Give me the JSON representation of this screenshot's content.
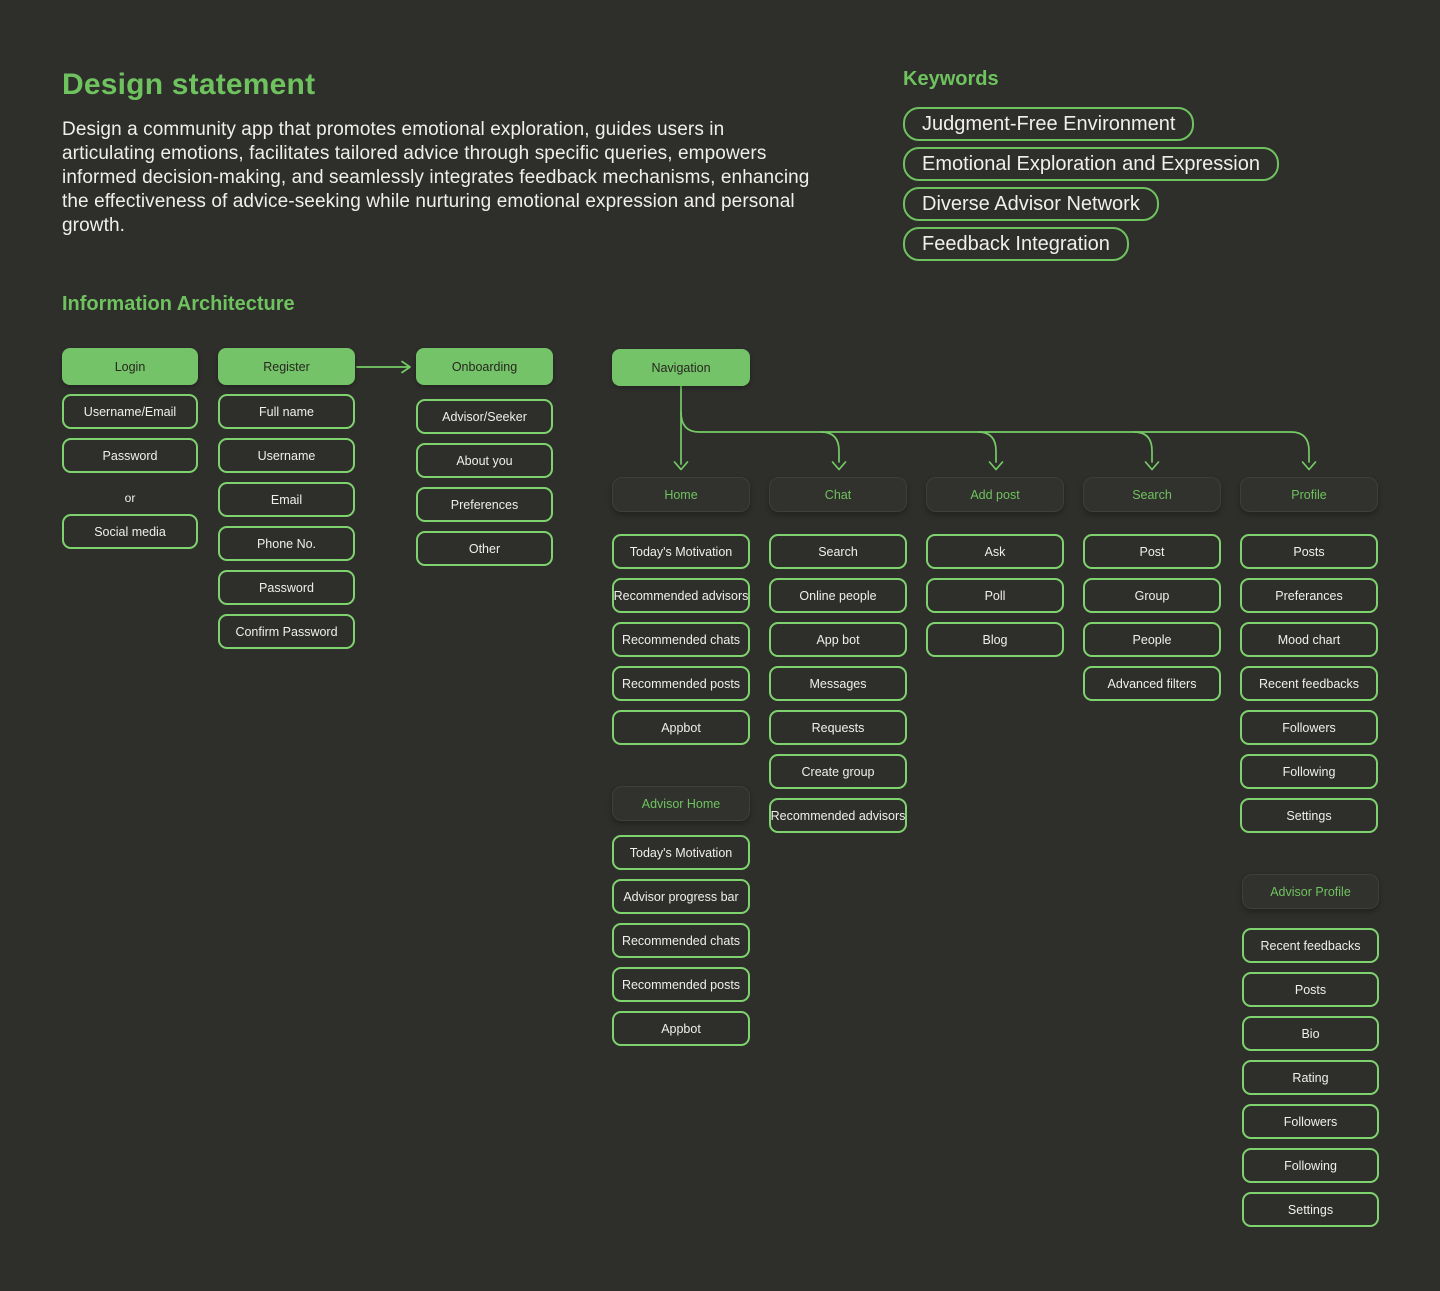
{
  "colors": {
    "background": "#2e2e2b",
    "green_fill": "#74c368",
    "green_outline": "#7fd36e",
    "green_heading": "#6fc35f",
    "green_connector": "#76cb67",
    "text_light": "#f0efec"
  },
  "design_statement": {
    "title": "Design statement",
    "body": "Design a community app that promotes emotional exploration, guides users in articulating emotions, facilitates tailored advice through specific queries, empowers informed decision-making, and seamlessly integrates feedback mechanisms, enhancing the effectiveness of advice-seeking while nurturing emotional expression and personal growth."
  },
  "keywords": {
    "title": "Keywords",
    "items": [
      "Judgment-Free Environment",
      "Emotional Exploration and Expression",
      "Diverse Advisor Network",
      "Feedback Integration"
    ]
  },
  "ia": {
    "title": "Information Architecture",
    "login": {
      "header": "Login",
      "items": [
        "Username/Email",
        "Password"
      ],
      "or_label": "or",
      "social": "Social media"
    },
    "register": {
      "header": "Register",
      "items": [
        "Full name",
        "Username",
        "Email",
        "Phone No.",
        "Password",
        "Confirm Password"
      ]
    },
    "onboarding": {
      "header": "Onboarding",
      "items": [
        "Advisor/Seeker",
        "About you",
        "Preferences",
        "Other"
      ]
    },
    "navigation": {
      "header": "Navigation",
      "sections": [
        {
          "label": "Home",
          "items": [
            "Today's Motivation",
            "Recommended advisors",
            "Recommended chats",
            "Recommended posts",
            "Appbot"
          ]
        },
        {
          "label": "Chat",
          "items": [
            "Search",
            "Online people",
            "App bot",
            "Messages",
            "Requests",
            "Create group",
            "Recommended advisors"
          ]
        },
        {
          "label": "Add post",
          "items": [
            "Ask",
            "Poll",
            "Blog"
          ]
        },
        {
          "label": "Search",
          "items": [
            "Post",
            "Group",
            "People",
            "Advanced filters"
          ]
        },
        {
          "label": "Profile",
          "items": [
            "Posts",
            "Preferances",
            "Mood chart",
            "Recent feedbacks",
            "Followers",
            "Following",
            "Settings"
          ]
        }
      ]
    },
    "advisor_home": {
      "label": "Advisor Home",
      "items": [
        "Today's Motivation",
        "Advisor progress bar",
        "Recommended chats",
        "Recommended posts",
        "Appbot"
      ]
    },
    "advisor_profile": {
      "label": "Advisor Profile",
      "items": [
        "Recent feedbacks",
        "Posts",
        "Bio",
        "Rating",
        "Followers",
        "Following",
        "Settings"
      ]
    }
  }
}
